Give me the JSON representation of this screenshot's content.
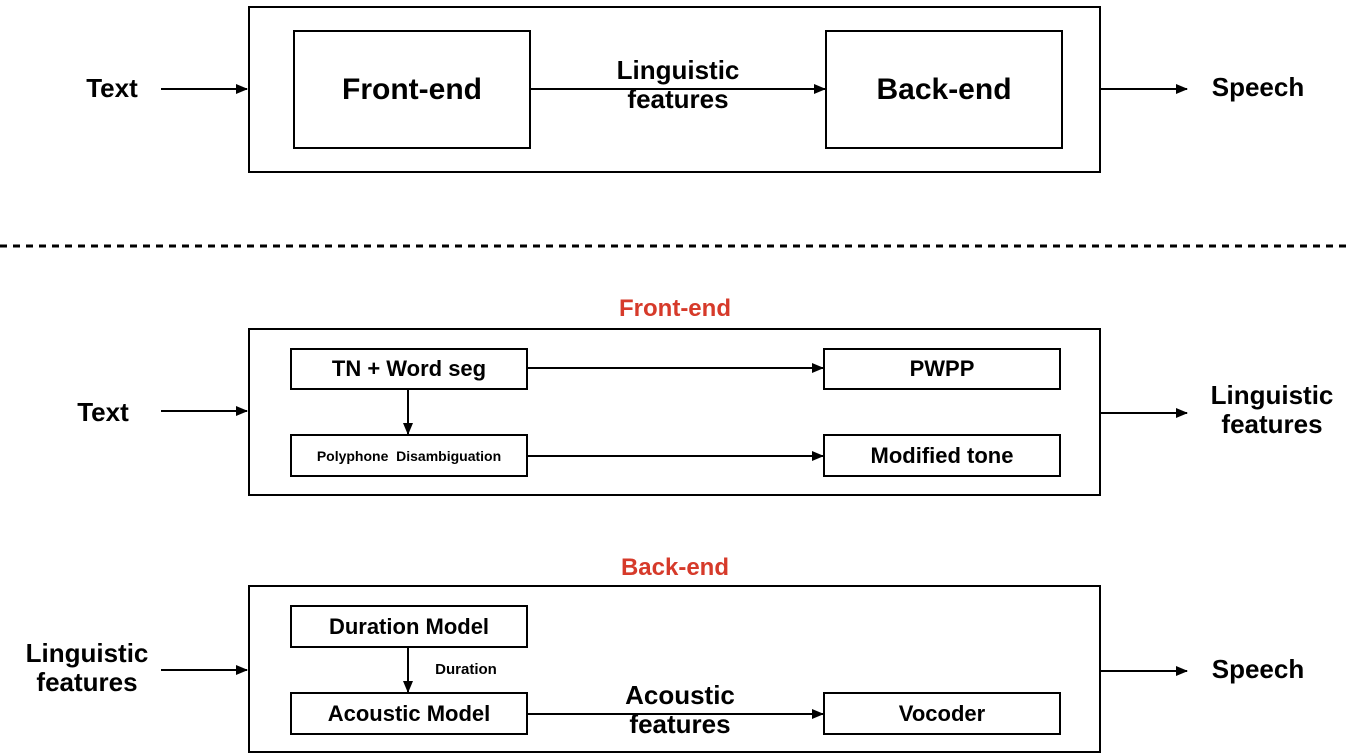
{
  "overview": {
    "input": "Text",
    "front_end": "Front-end",
    "middle": [
      "Linguistic",
      "features"
    ],
    "back_end": "Back-end",
    "output": "Speech"
  },
  "front_end_detail": {
    "title": "Front-end",
    "input": "Text",
    "tn_word_seg": "TN + Word seg",
    "pwpp": "PWPP",
    "polyphone": "Polyphone  Disambiguation",
    "modified_tone": "Modified tone",
    "output": [
      "Linguistic",
      "features"
    ]
  },
  "back_end_detail": {
    "title": "Back-end",
    "input": [
      "Linguistic",
      "features"
    ],
    "duration_model": "Duration Model",
    "duration_label": "Duration",
    "acoustic_model": "Acoustic Model",
    "acoustic_features": [
      "Acoustic",
      "features"
    ],
    "vocoder": "Vocoder",
    "output": "Speech"
  },
  "colors": {
    "accent": "#d63a2a",
    "line": "#000000"
  }
}
